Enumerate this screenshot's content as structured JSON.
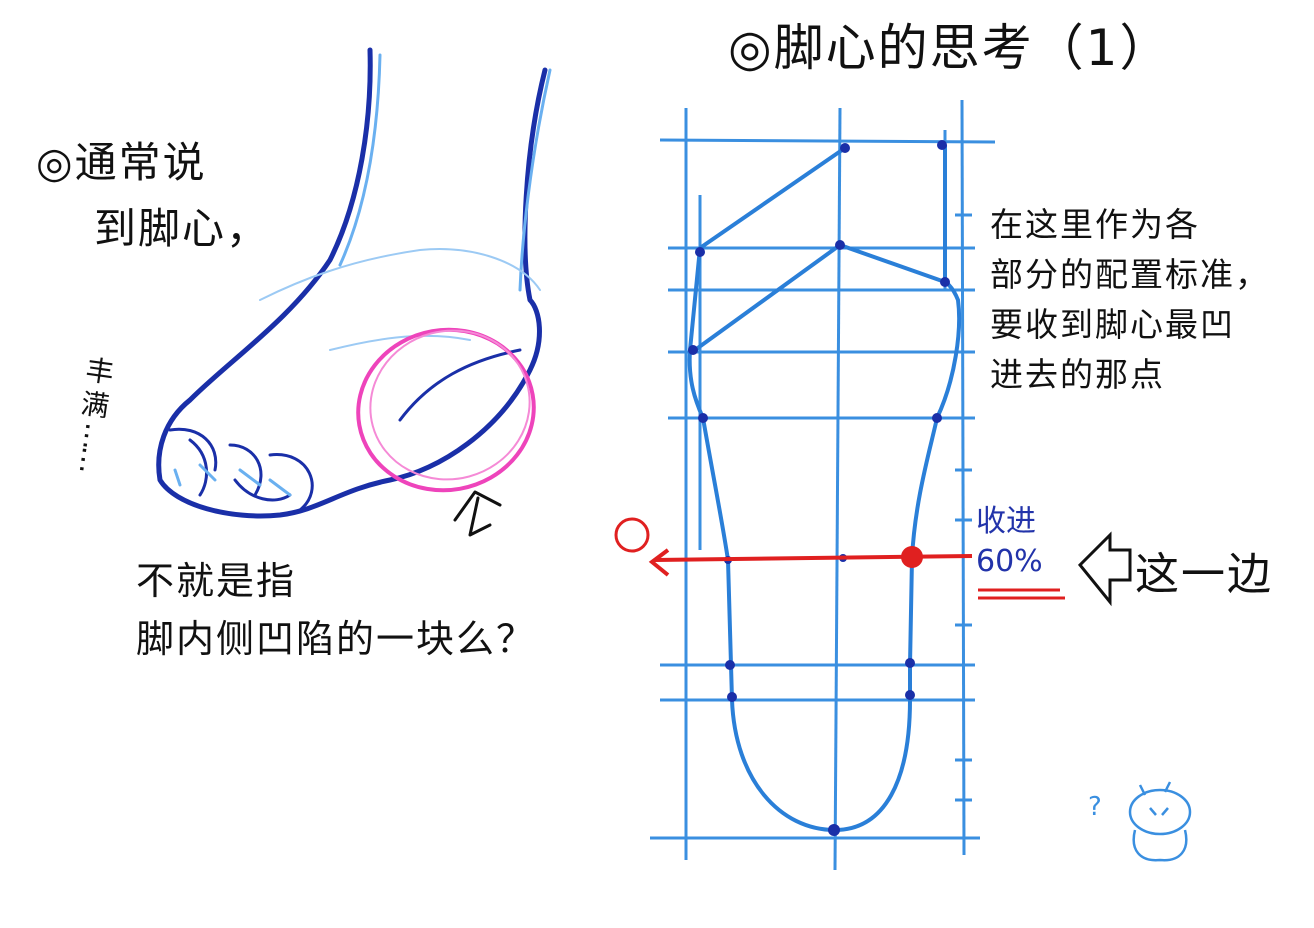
{
  "title": "◎脚心的思考（1）",
  "left_note": {
    "line1": "◎通常说",
    "line2": "到脚心，"
  },
  "side_note": {
    "line1": "丰",
    "line2": "满",
    "line3": "……"
  },
  "question": {
    "line1": "不就是指",
    "line2": "脚内侧凹陷的一块么？"
  },
  "right_note": {
    "line1": "在这里作为各",
    "line2": "部分的配置标准，",
    "line3": "要收到脚心最凹",
    "line4": "进去的那点"
  },
  "inset": {
    "label": "收进",
    "percent": "60%"
  },
  "this_side": "这一边",
  "marker": "①",
  "mascot_question": "?",
  "colors": {
    "blue": "#3a8fe0",
    "dark_blue": "#1a2fa8",
    "red": "#e02020",
    "pink": "#ee44bb"
  }
}
